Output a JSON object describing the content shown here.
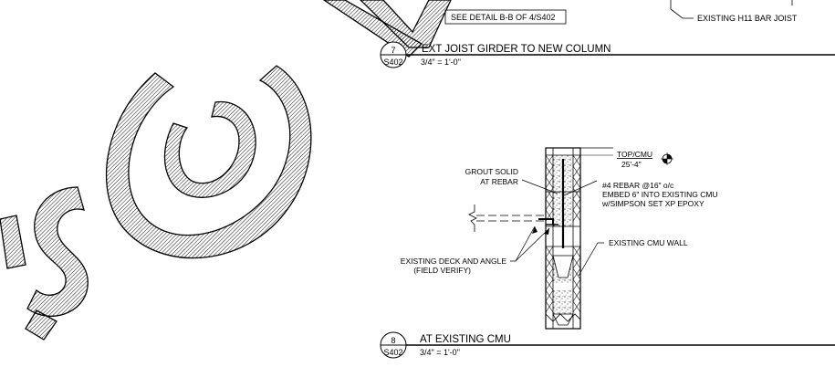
{
  "detail7": {
    "number": "7",
    "sheet": "S402",
    "title": "EXT JOIST GIRDER TO NEW COLUMN",
    "scale": "3/4\" = 1'-0\""
  },
  "top_notes": {
    "see_detail": "SEE DETAIL B-B OF 4/S402",
    "existing_joist": "EXISTING H11 BAR JOIST"
  },
  "detail8": {
    "number": "8",
    "sheet": "S402",
    "title": "AT EXISTING CMU",
    "scale": "3/4\" = 1'-0\"",
    "elevation": {
      "label": "TOP/CMU",
      "value": "25'-4\""
    },
    "labels": {
      "grout_1": "GROUT SOLID",
      "grout_2": "AT REBAR",
      "rebar_1": "#4 REBAR @16\" o/c",
      "rebar_2": "EMBED 6\" INTO EXISTING CMU",
      "rebar_3": "w/SIMPSON SET XP EPOXY",
      "wall": "EXISTING CMU WALL",
      "deck_1": "EXISTING DECK AND ANGLE",
      "deck_2": "(FIELD VERIFY)"
    }
  },
  "colors": {
    "ink": "#000000",
    "watermark": "#000000",
    "background": "#ffffff"
  }
}
